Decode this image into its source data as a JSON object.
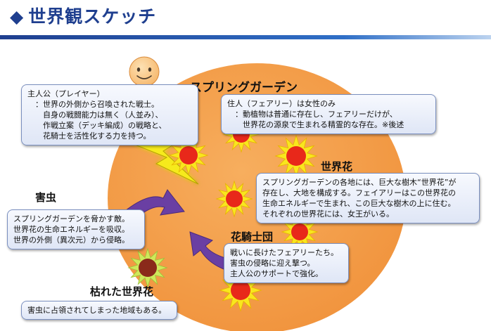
{
  "header": {
    "diamond": "◆",
    "title": "世界観スケッチ"
  },
  "labels": {
    "spring_garden": "スプリングガーデン",
    "world_flower": "世界花",
    "pest": "害虫",
    "flower_knights": "花騎士団",
    "withered_flower": "枯れた世界花"
  },
  "callouts": {
    "protagonist": [
      "主人公（プレイヤー）",
      "　：世界の外側から召喚された戦士。",
      "　　自身の戦闘能力は無く（人並み）、",
      "　　作戦立案（デッキ編成）の戦略と、",
      "　　花騎士を活性化する力を持つ。"
    ],
    "residents": [
      "住人（フェアリー）は女性のみ",
      "　：動植物は普通に存在し、フェアリーだけが、",
      "　　世界花の源泉で生まれる精霊的な存在。※後述"
    ],
    "world_flower": [
      "スプリングガーデンの各地には、巨大な樹木“世界花”が",
      "存在し、大地を構成する。フェイアリーはこの世界花の",
      "生命エネルギーで生まれ、この巨大な樹木の上に住む。",
      "それぞれの世界花には、女王がいる。"
    ],
    "pest": [
      "スプリングガーデンを脅かす敵。",
      "世界花の生命エネルギーを吸収。",
      "世界の外側（異次元）から侵略。"
    ],
    "knights": [
      "戦いに長けたフェアリーたち。",
      "害虫の侵略に迎え撃つ。",
      "主人公のサポートで強化。"
    ],
    "withered": [
      "害虫に占領されてしまった地域もある。"
    ]
  },
  "colors": {
    "title": "#1f3f8f",
    "planet": "#f5a14b",
    "sun_core": "#e8281a",
    "sun_rays": "#f9e61e",
    "withered_core": "#8a2a1a",
    "withered_rays": "#cfe85a",
    "arrow": "#6a3fa3",
    "lightning": "#f6ea1e",
    "face": "#fbc98a"
  },
  "icons": {
    "face": "smiley-face-icon",
    "flower": "sun-flower-icon",
    "withered": "withered-flower-icon",
    "arrow": "curved-arrow-icon",
    "lightning": "lightning-bolt-icon"
  }
}
